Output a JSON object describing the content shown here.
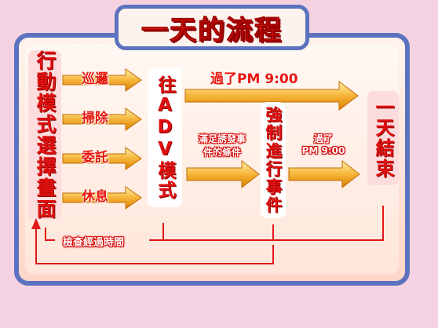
{
  "title": "一天的流程",
  "nodes": {
    "action_select": "行動模式選擇畫面",
    "adv_mode": "往ADV模式",
    "forced_event": "強制進行事件",
    "day_end": "一天結束"
  },
  "actions": [
    "巡邏",
    "掃除",
    "委託",
    "休息"
  ],
  "labels": {
    "after_pm9_top": "過了PM 9:00",
    "trigger_condition_line1": "滿足誘發事",
    "trigger_condition_line2": "件的條件",
    "after_pm9_mid_line1": "過了",
    "after_pm9_mid_line2": "PM 9:00",
    "check_time": "檢查經過時間"
  },
  "colors": {
    "border": "#5b72be",
    "arrow_orange": "#f0a010",
    "text_red": "#e01010",
    "line_red": "#e01818"
  }
}
